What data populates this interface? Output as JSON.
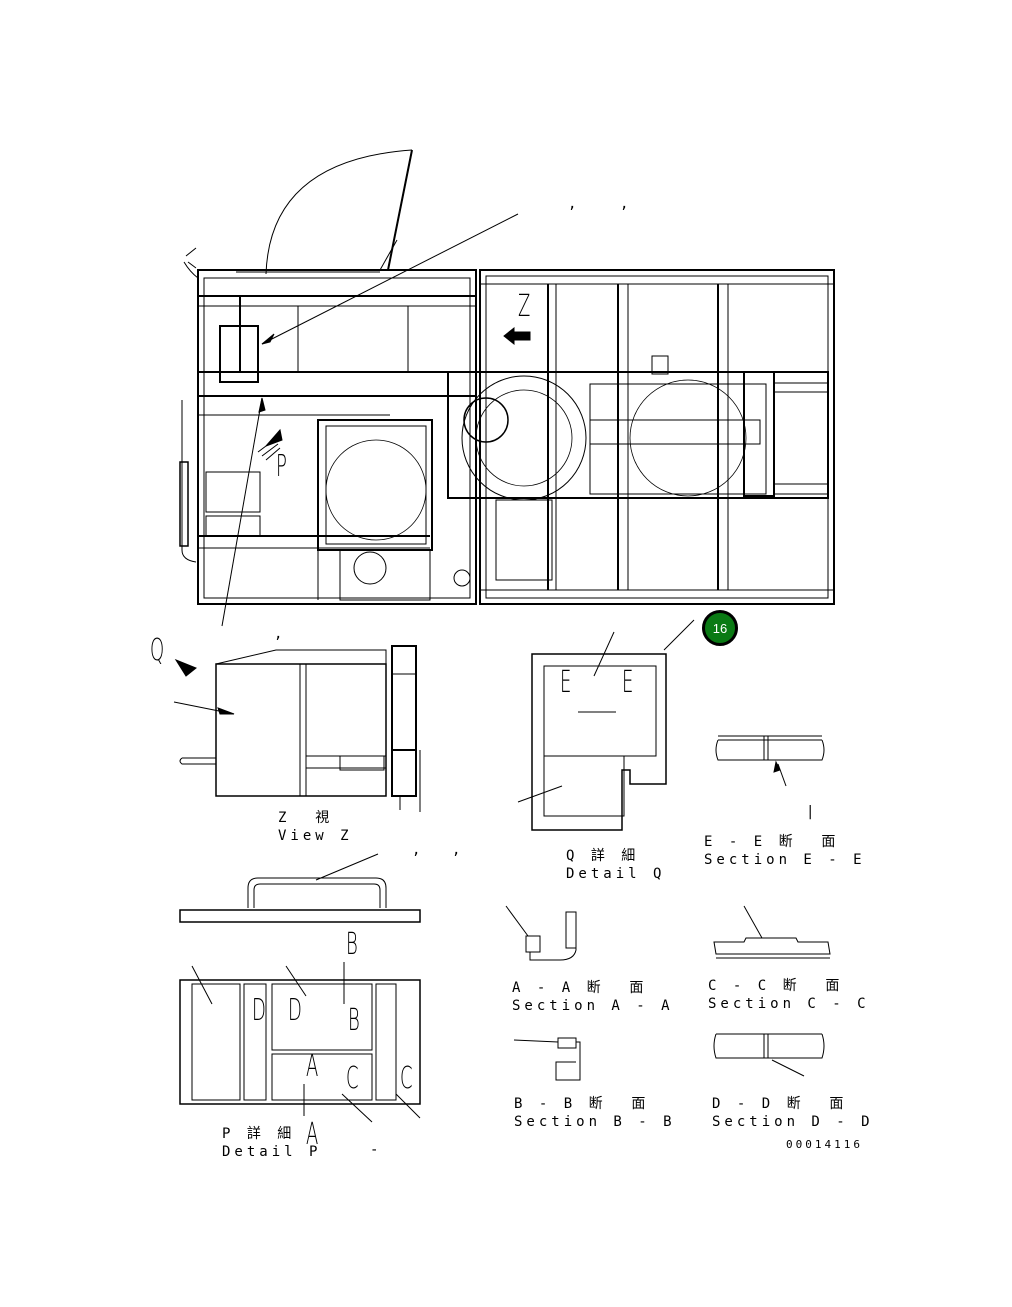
{
  "drawing": {
    "document_id": "00014116",
    "callout": {
      "number": "16",
      "color": "#0a7a14"
    },
    "main_view": {
      "markers": {
        "view_z": "Z",
        "detail_p": "P",
        "detail_q": "Q"
      }
    },
    "views": [
      {
        "id": "view-z",
        "title_jp": "Z  視",
        "title_en": "View Z"
      },
      {
        "id": "detail-q",
        "title_jp": "Q 詳 細",
        "title_en": "Detail Q",
        "section_marks": [
          "E",
          "E"
        ]
      },
      {
        "id": "section-e",
        "title_jp": "E - E 断  面",
        "title_en": "Section E - E"
      },
      {
        "id": "detail-p",
        "title_jp": "P 詳 細",
        "title_en": "Detail P",
        "section_marks": [
          "A",
          "A",
          "B",
          "B",
          "C",
          "C",
          "D",
          "D"
        ]
      },
      {
        "id": "section-a",
        "title_jp": "A - A 断  面",
        "title_en": "Section A - A"
      },
      {
        "id": "section-c",
        "title_jp": "C - C 断  面",
        "title_en": "Section C - C"
      },
      {
        "id": "section-b",
        "title_jp": "B - B 断  面",
        "title_en": "Section B - B"
      },
      {
        "id": "section-d",
        "title_jp": "D - D 断  面",
        "title_en": "Section D - D"
      }
    ],
    "stray_marks": [
      ",",
      ",",
      ",",
      ",",
      ",",
      "-",
      "|"
    ]
  }
}
